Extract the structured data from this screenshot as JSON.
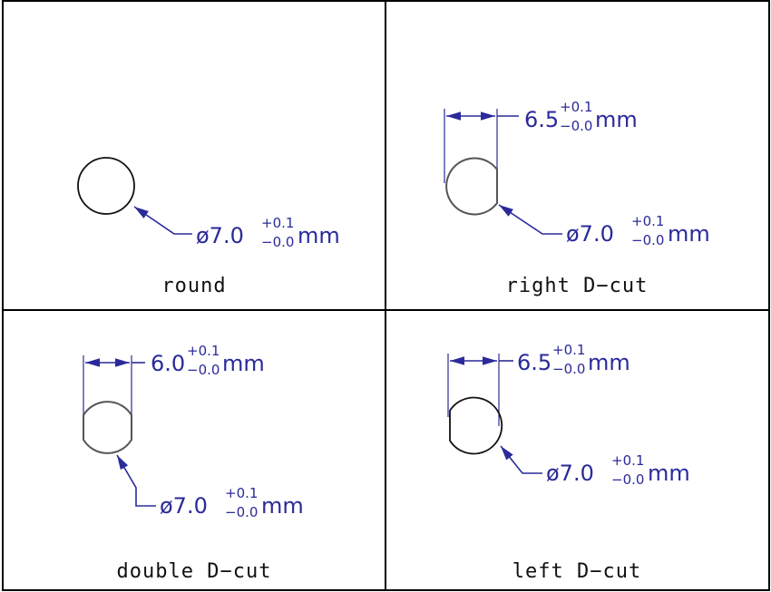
{
  "colors": {
    "dimension": "#2a2a9a",
    "outline": "#111111",
    "frame": "#000000"
  },
  "panels": {
    "round": {
      "caption": "round",
      "diameter": {
        "prefix": "ø7.0",
        "tol_plus": "+0.1",
        "tol_minus": "−0.0",
        "unit": "mm"
      }
    },
    "right_dcut": {
      "caption": "right D−cut",
      "width": {
        "prefix": "6.5",
        "tol_plus": "+0.1",
        "tol_minus": "−0.0",
        "unit": "mm"
      },
      "diameter": {
        "prefix": "ø7.0",
        "tol_plus": "+0.1",
        "tol_minus": "−0.0",
        "unit": "mm"
      }
    },
    "double_dcut": {
      "caption": "double D−cut",
      "width": {
        "prefix": "6.0",
        "tol_plus": "+0.1",
        "tol_minus": "−0.0",
        "unit": "mm"
      },
      "diameter": {
        "prefix": "ø7.0",
        "tol_plus": "+0.1",
        "tol_minus": "−0.0",
        "unit": "mm"
      }
    },
    "left_dcut": {
      "caption": "left D−cut",
      "width": {
        "prefix": "6.5",
        "tol_plus": "+0.1",
        "tol_minus": "−0.0",
        "unit": "mm"
      },
      "diameter": {
        "prefix": "ø7.0",
        "tol_plus": "+0.1",
        "tol_minus": "−0.0",
        "unit": "mm"
      }
    }
  }
}
